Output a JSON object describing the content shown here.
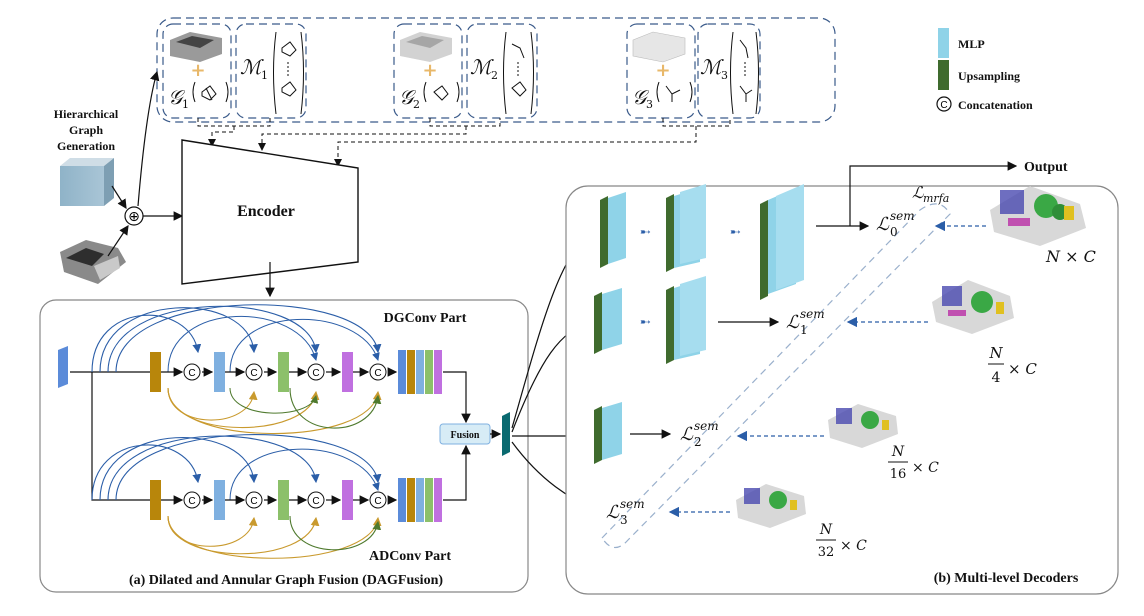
{
  "legend": {
    "mlp": "MLP",
    "upsampling": "Upsampling",
    "concatenation": "Concatenation",
    "concat_symbol": "C",
    "colors": {
      "mlp": "#8fd3e8",
      "upsampling": "#3f6b2e"
    }
  },
  "graph_generation": {
    "title_lines": [
      "Hierarchical",
      "Graph",
      "Generation"
    ],
    "plus_symbol": "⊕"
  },
  "encoder": {
    "label": "Encoder"
  },
  "graphs": [
    {
      "g": "𝒢",
      "g_sub": "1",
      "m": "ℳ",
      "m_sub": "1"
    },
    {
      "g": "𝒢",
      "g_sub": "2",
      "m": "ℳ",
      "m_sub": "2"
    },
    {
      "g": "𝒢",
      "g_sub": "3",
      "m": "ℳ",
      "m_sub": "3"
    }
  ],
  "dagfusion": {
    "top_part": "DGConv Part",
    "bottom_part": "ADConv Part",
    "fusion": "Fusion",
    "caption": "(a) Dilated and Annular Graph Fusion (DAGFusion)",
    "concat_symbol": "C",
    "colors": {
      "input": "#5b8bd9",
      "brown": "#b8860b",
      "blue": "#7fb0e0",
      "green": "#8cc06a",
      "purple": "#c070e0",
      "teal": "#0a6a70"
    }
  },
  "decoders": {
    "caption": "(b) Multi-level Decoders",
    "output": "Output",
    "mrfa": {
      "sym": "ℒ",
      "sub": "mrfa"
    },
    "losses": [
      {
        "sym": "ℒ",
        "sup": "sem",
        "sub": "0",
        "size": "N × C"
      },
      {
        "sym": "ℒ",
        "sup": "sem",
        "sub": "1",
        "size_num": "N",
        "size_den": "4",
        "size_suffix": "× C"
      },
      {
        "sym": "ℒ",
        "sup": "sem",
        "sub": "2",
        "size_num": "N",
        "size_den": "16",
        "size_suffix": "× C"
      },
      {
        "sym": "ℒ",
        "sup": "sem",
        "sub": "3",
        "size_num": "N",
        "size_den": "32",
        "size_suffix": "× C"
      }
    ]
  }
}
